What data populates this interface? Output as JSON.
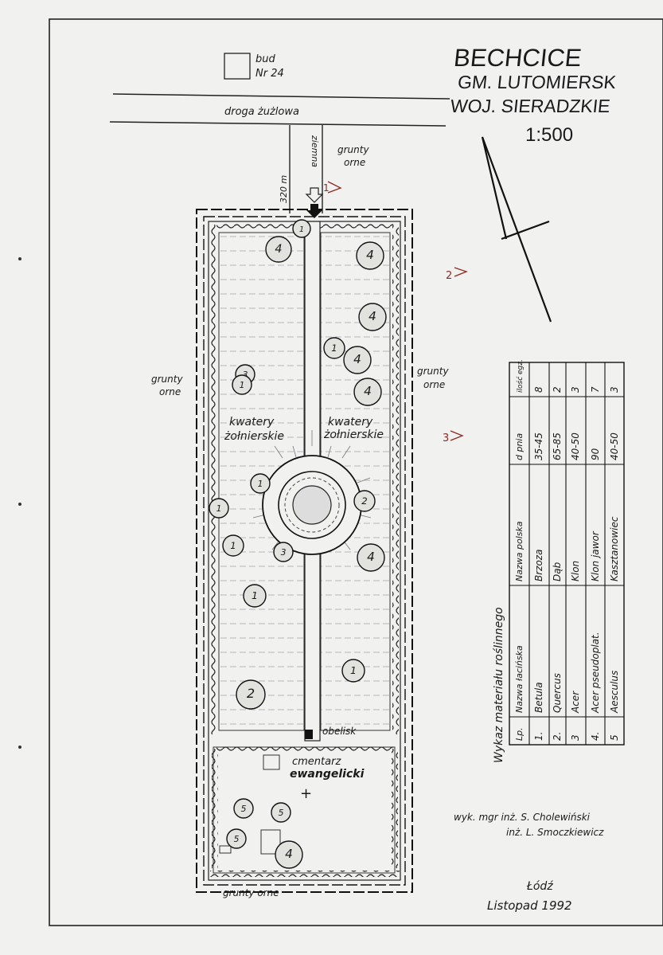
{
  "header": {
    "place": "BECHCICE",
    "gmina": "GM. LUTOMIERSK",
    "woj": "WOJ. SIERADZKIE",
    "scale": "1:500"
  },
  "labels": {
    "bud": "bud",
    "bud_nr": "Nr 24",
    "road": "droga żużlowa",
    "ziemna": "ziemna",
    "distance": "320 m",
    "fields_top_1": "grunty",
    "fields_top_2": "orne",
    "fields_left_1": "grunty",
    "fields_left_2": "orne",
    "fields_right_1": "grunty",
    "fields_right_2": "orne",
    "fields_bottom": "grunty orne",
    "kwatery_1a": "kwatery",
    "kwatery_1b": "żołnierskie",
    "kwatery_2a": "kwatery",
    "kwatery_2b": "żołnierskie",
    "obelisk": "obelisk",
    "cemetery_1": "cmentarz",
    "cemetery_2": "ewangelicki",
    "view_1": "1",
    "view_2": "2",
    "view_3": "3"
  },
  "trees": [
    {
      "n": "1"
    },
    {
      "n": "4"
    },
    {
      "n": "4"
    },
    {
      "n": "4"
    },
    {
      "n": "1"
    },
    {
      "n": "4"
    },
    {
      "n": "4"
    },
    {
      "n": "3"
    },
    {
      "n": "1"
    },
    {
      "n": "1"
    },
    {
      "n": "2"
    },
    {
      "n": "1"
    },
    {
      "n": "1"
    },
    {
      "n": "3"
    },
    {
      "n": "4"
    },
    {
      "n": "1"
    },
    {
      "n": "1"
    },
    {
      "n": "2"
    },
    {
      "n": "5"
    },
    {
      "n": "5"
    },
    {
      "n": "5"
    },
    {
      "n": "4"
    }
  ],
  "table": {
    "caption": "Wykaz materiału roślinnego",
    "headers": [
      "Lp.",
      "Nazwa łacińska",
      "Nazwa polska",
      "d pnia",
      "ilość egz."
    ],
    "rows": [
      [
        "1.",
        "Betula",
        "Brzoza",
        "35-45",
        "8"
      ],
      [
        "2.",
        "Quercus",
        "Dąb",
        "65-85",
        "2"
      ],
      [
        "3",
        "Acer",
        "Klon",
        "40-50",
        "3"
      ],
      [
        "4.",
        "Acer pseudoplat.",
        "Klon jawor",
        "90",
        "7"
      ],
      [
        "5",
        "Aesculus",
        "Kasztanowiec",
        "40-50",
        "3"
      ]
    ]
  },
  "credits": {
    "line1": "wyk. mgr inż. S. Cholewiński",
    "line2": "inż. L. Smoczkiewicz"
  },
  "place_date": {
    "city": "Łódź",
    "date": "Listopad 1992"
  }
}
